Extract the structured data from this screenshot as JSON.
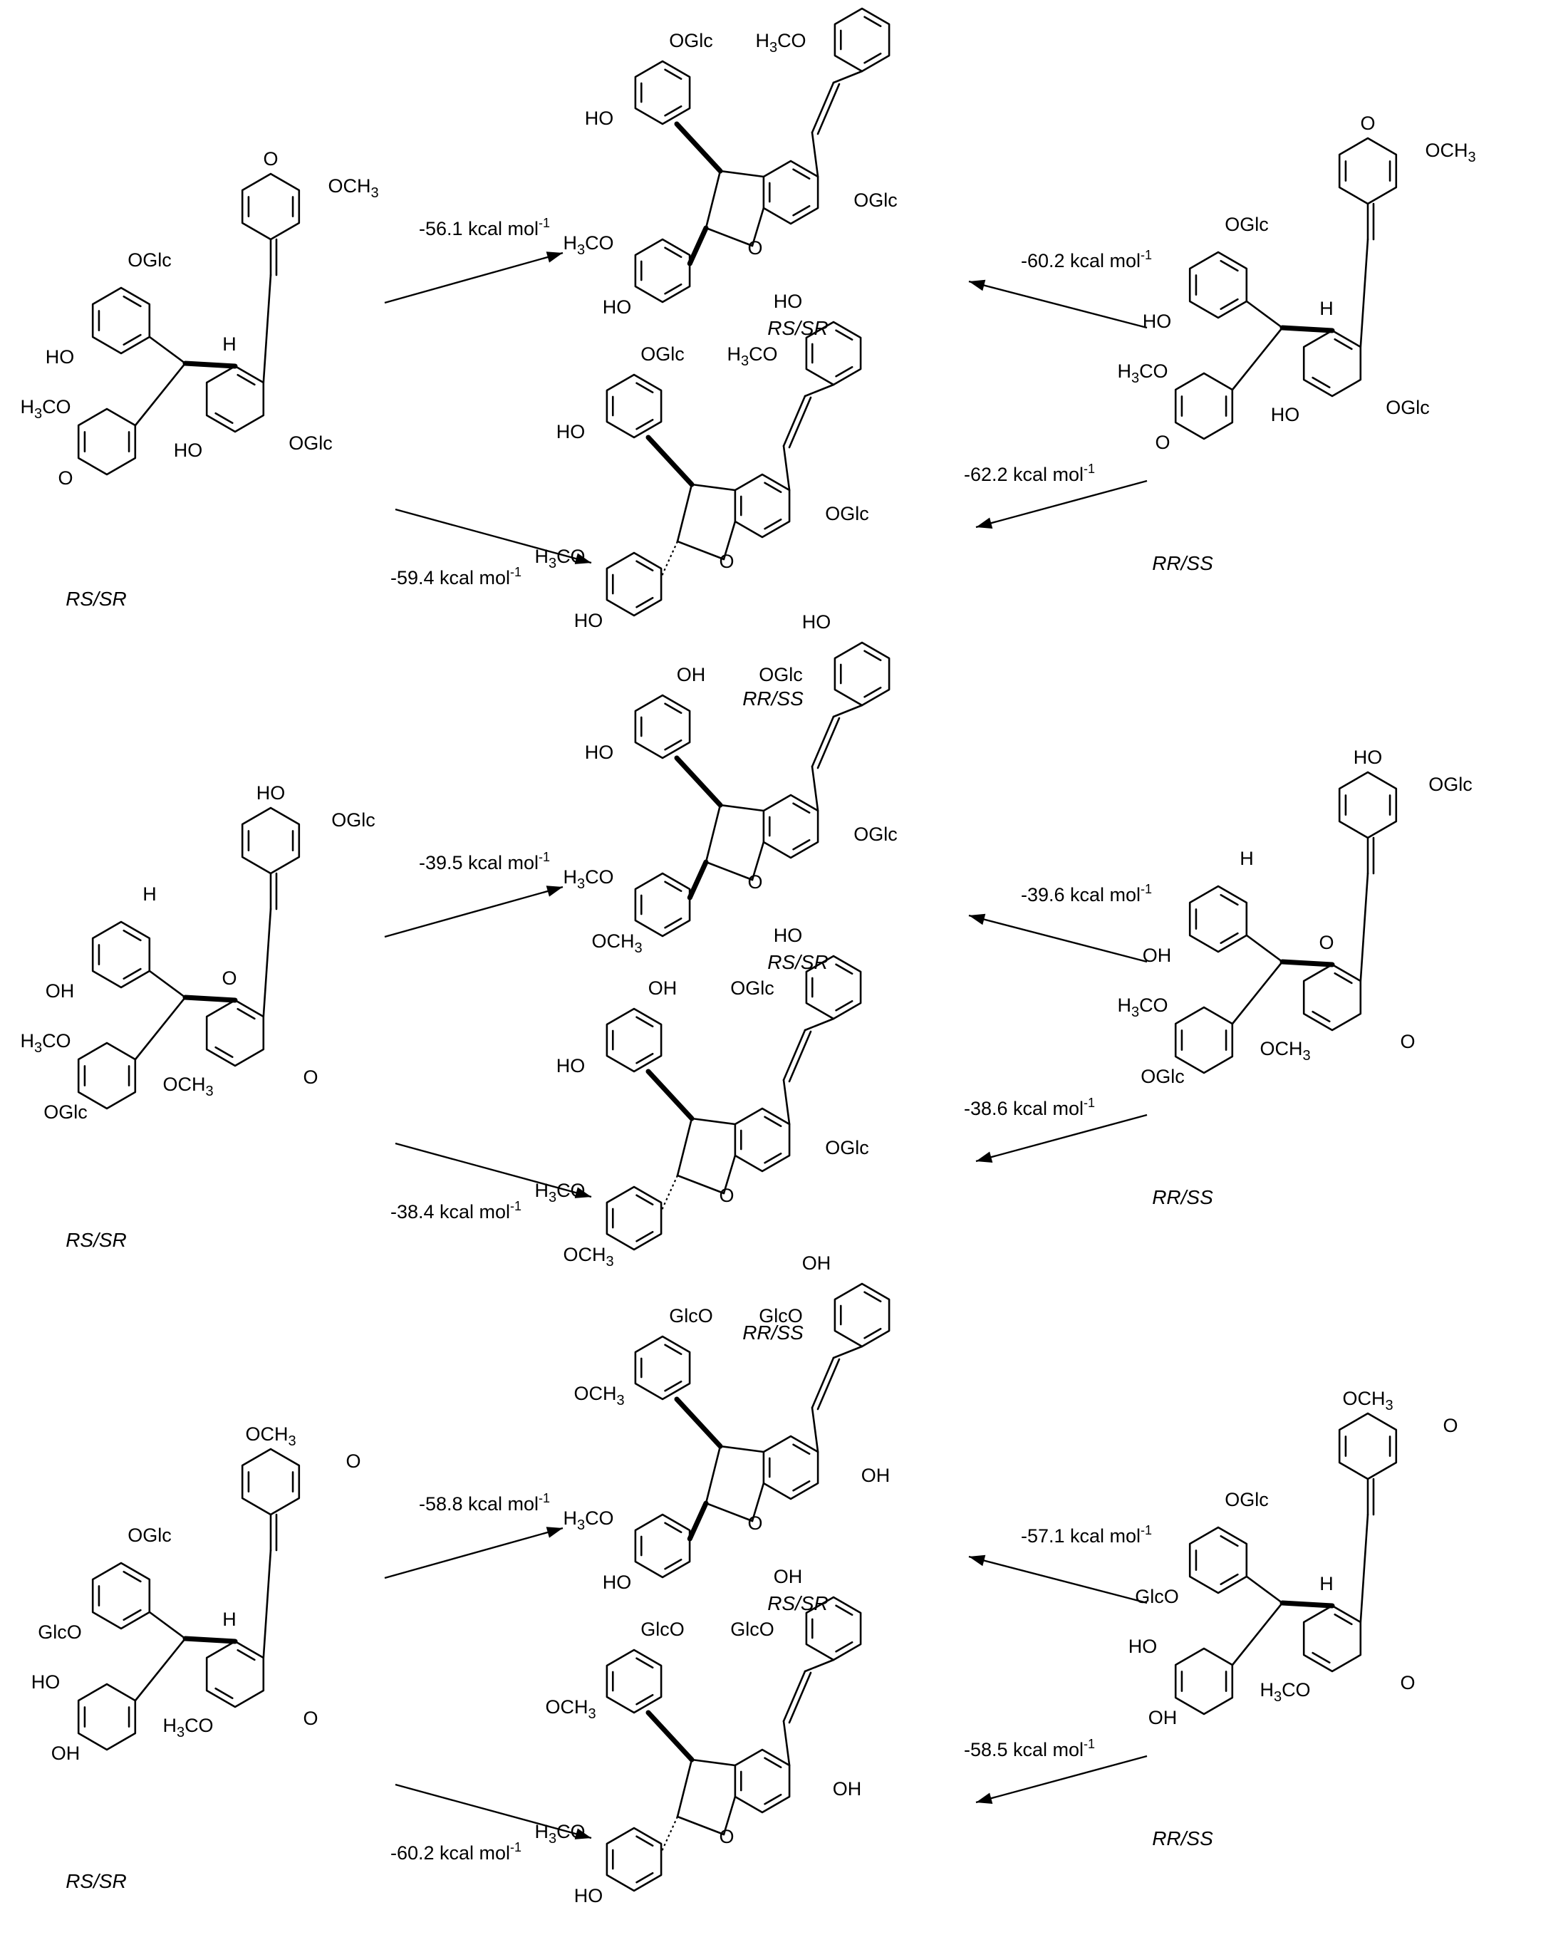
{
  "rows": [
    {
      "id": "row1",
      "left": {
        "stereo": "RS/SR",
        "groups": [
          "O",
          "OCH3",
          "OGlc",
          "HO",
          "H",
          "H3CO",
          "O",
          "HO",
          "OGlc"
        ]
      },
      "right": {
        "stereo": "RR/SS",
        "groups": [
          "O",
          "OCH3",
          "OGlc",
          "HO",
          "H",
          "H3CO",
          "O",
          "HO",
          "OGlc"
        ]
      },
      "products": [
        {
          "stereo": "RS/SR",
          "groups": [
            "HO",
            "H3CO",
            "OGlc",
            "HO",
            "OGlc",
            "H3CO",
            "HO"
          ]
        },
        {
          "stereo": "RR/SS",
          "groups": [
            "HO",
            "H3CO",
            "OGlc",
            "HO",
            "OGlc",
            "H3CO",
            "HO"
          ]
        }
      ],
      "energies": [
        "-56.1 kcal mol",
        "-59.4 kcal mol",
        "-60.2 kcal mol",
        "-62.2 kcal mol"
      ]
    },
    {
      "id": "row2",
      "left": {
        "stereo": "RS/SR",
        "groups": [
          "HO",
          "OGlc",
          "H",
          "OH",
          "O",
          "H3CO",
          "OGlc",
          "OCH3",
          "O"
        ]
      },
      "right": {
        "stereo": "RR/SS",
        "groups": [
          "HO",
          "OGlc",
          "H",
          "OH",
          "O",
          "H3CO",
          "OGlc",
          "OCH3",
          "O"
        ]
      },
      "products": [
        {
          "stereo": "RS/SR",
          "groups": [
            "HO",
            "OGlc",
            "OH",
            "HO",
            "OGlc",
            "H3CO",
            "OCH3"
          ]
        },
        {
          "stereo": "RR/SS",
          "groups": [
            "HO",
            "OGlc",
            "OH",
            "HO",
            "OGlc",
            "H3CO",
            "OCH3"
          ]
        }
      ],
      "energies": [
        "-39.5 kcal mol",
        "-38.4 kcal mol",
        "-39.6 kcal mol",
        "-38.6 kcal mol"
      ]
    },
    {
      "id": "row3",
      "left": {
        "stereo": "RS/SR",
        "groups": [
          "OCH3",
          "O",
          "OGlc",
          "GlcO",
          "H",
          "HO",
          "OH",
          "H3CO",
          "O"
        ]
      },
      "right": {
        "stereo": "RR/SS",
        "groups": [
          "OCH3",
          "O",
          "OGlc",
          "GlcO",
          "H",
          "HO",
          "OH",
          "H3CO",
          "O"
        ]
      },
      "products": [
        {
          "stereo": "RS/SR",
          "groups": [
            "OH",
            "GlcO",
            "GlcO",
            "OCH3",
            "OH",
            "H3CO",
            "HO"
          ]
        },
        {
          "stereo": "RR/SS",
          "groups": [
            "OH",
            "GlcO",
            "GlcO",
            "OCH3",
            "OH",
            "H3CO",
            "HO"
          ]
        }
      ],
      "energies": [
        "-58.8 kcal mol",
        "-60.2 kcal mol",
        "-57.1 kcal mol",
        "-58.5 kcal mol"
      ]
    }
  ],
  "energy_superscript": "-1"
}
